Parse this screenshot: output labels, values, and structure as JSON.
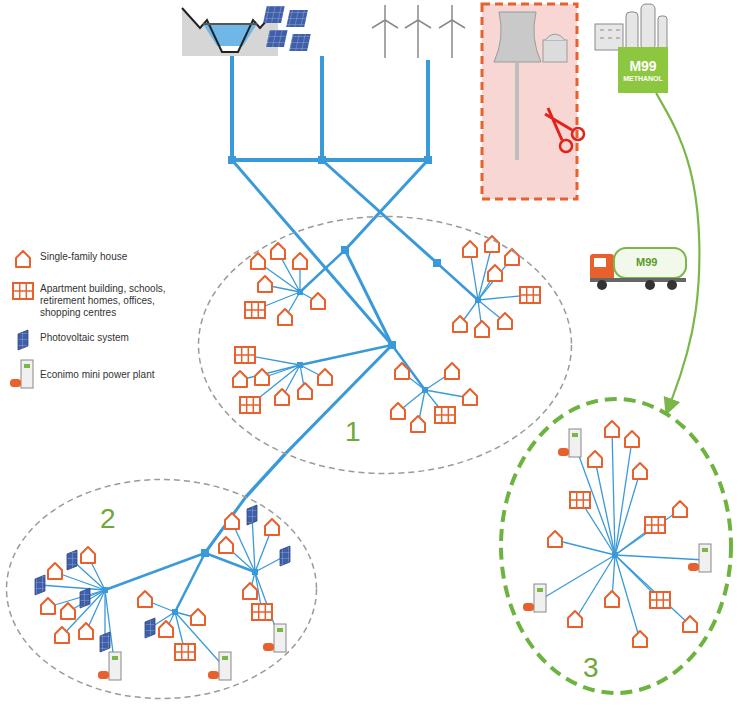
{
  "diagram": {
    "nodes": [
      {
        "text": [
          "M99",
          "METHANOL"
        ]
      },
      {
        "text": [
          "1"
        ]
      },
      {
        "text": [
          "2"
        ]
      },
      {
        "text": [
          "3"
        ]
      }
    ],
    "edges": [
      {
        "from": 1,
        "to": 2,
        "arrow": "none"
      },
      {
        "from": 0,
        "to": 3,
        "arrow": "to"
      }
    ],
    "labels": [
      "M99"
    ],
    "legend": [
      {
        "text": "Single-family house"
      },
      {
        "text": "Apartment building, schools, retirement homes, offices, shopping centres"
      },
      {
        "text": "Photovoltaic system"
      },
      {
        "text": "Econimo mini power plant"
      }
    ]
  }
}
